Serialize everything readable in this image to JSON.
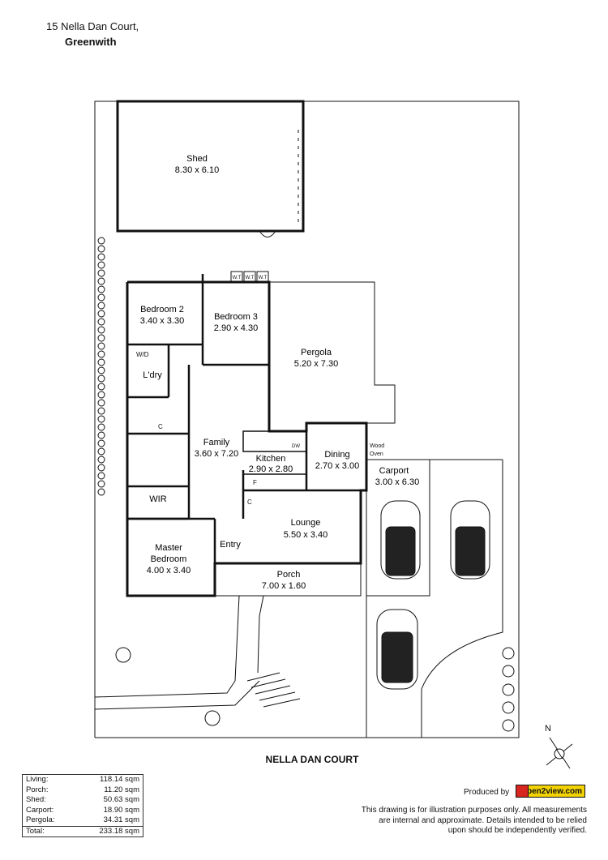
{
  "address": {
    "line1": "15 Nella Dan Court,",
    "line2": "Greenwith"
  },
  "rooms": [
    {
      "id": "shed",
      "name": "Shed",
      "size": "8.30 x 6.10"
    },
    {
      "id": "bedroom2",
      "name": "Bedroom 2",
      "size": "3.40 x 3.30"
    },
    {
      "id": "bedroom3",
      "name": "Bedroom 3",
      "size": "2.90 x 4.30"
    },
    {
      "id": "pergola",
      "name": "Pergola",
      "size": "5.20 x 7.30"
    },
    {
      "id": "laundry",
      "name": "L'dry",
      "size": ""
    },
    {
      "id": "family",
      "name": "Family",
      "size": "3.60 x 7.20"
    },
    {
      "id": "kitchen",
      "name": "Kitchen",
      "size": "2.90 x 2.80"
    },
    {
      "id": "dining",
      "name": "Dining",
      "size": "2.70 x 3.00"
    },
    {
      "id": "carport",
      "name": "Carport",
      "size": "3.00 x 6.30"
    },
    {
      "id": "wir",
      "name": "WIR",
      "size": ""
    },
    {
      "id": "lounge",
      "name": "Lounge",
      "size": "5.50 x 3.40"
    },
    {
      "id": "entry",
      "name": "Entry",
      "size": ""
    },
    {
      "id": "master",
      "name": "Master\nBedroom",
      "size": "4.00 x 3.40"
    },
    {
      "id": "porch",
      "name": "Porch",
      "size": "7.00 x 1.60"
    }
  ],
  "fixtures": {
    "wt": "W.T",
    "wd": "W/D",
    "c": "C",
    "f": "F",
    "dw": "DW",
    "wood_oven_1": "Wood",
    "wood_oven_2": "Oven"
  },
  "street": "NELLA DAN COURT",
  "areas": [
    {
      "label": "Living:",
      "value": "118.14 sqm"
    },
    {
      "label": "Porch:",
      "value": "11.20 sqm"
    },
    {
      "label": "Shed:",
      "value": "50.63 sqm"
    },
    {
      "label": "Carport:",
      "value": "18.90 sqm"
    },
    {
      "label": "Pergola:",
      "value": "34.31 sqm"
    }
  ],
  "total": {
    "label": "Total:",
    "value": "233.18 sqm"
  },
  "credit": {
    "produced": "Produced by",
    "logo": "open2view.com"
  },
  "disclaimer": {
    "line1": "This drawing is for illustration purposes only. All measurements",
    "line2": "are internal and approximate. Details intended to be relied",
    "line3": "upon should be independently verified."
  },
  "compass": "N"
}
